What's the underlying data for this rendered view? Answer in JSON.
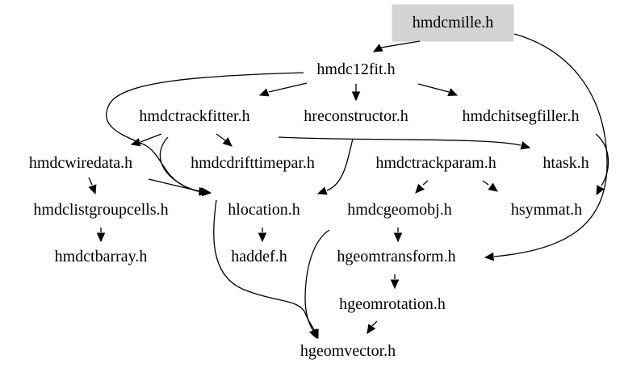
{
  "colors": {
    "root_fill": "#d3d3d3",
    "edge": "#000000",
    "background": "#ffffff"
  },
  "nodes": {
    "hmdcmille": "hmdcmille.h",
    "hmdc12fit": "hmdc12fit.h",
    "hmdctrackfitter": "hmdctrackfitter.h",
    "hreconstructor": "hreconstructor.h",
    "hmdchitsegfiller": "hmdchitsegfiller.h",
    "hmdcwiredata": "hmdcwiredata.h",
    "hmdcdrifttimepar": "hmdcdrifttimepar.h",
    "hmdctrackparam": "hmdctrackparam.h",
    "htask": "htask.h",
    "hmdclistgroupcells": "hmdclistgroupcells.h",
    "hlocation": "hlocation.h",
    "hmdcgeomobj": "hmdcgeomobj.h",
    "hsymmat": "hsymmat.h",
    "hmdctbarray": "hmdctbarray.h",
    "haddef": "haddef.h",
    "hgeomtransform": "hgeomtransform.h",
    "hgeomrotation": "hgeomrotation.h",
    "hgeomvector": "hgeomvector.h"
  },
  "edges": [
    [
      "hmdcmille",
      "hmdc12fit"
    ],
    [
      "hmdcmille",
      "hgeomtransform"
    ],
    [
      "hmdc12fit",
      "hmdctrackfitter"
    ],
    [
      "hmdc12fit",
      "hreconstructor"
    ],
    [
      "hmdc12fit",
      "hmdchitsegfiller"
    ],
    [
      "hmdc12fit",
      "hlocation"
    ],
    [
      "hmdctrackfitter",
      "hmdcwiredata"
    ],
    [
      "hmdctrackfitter",
      "hmdcdrifttimepar"
    ],
    [
      "hmdctrackfitter",
      "htask"
    ],
    [
      "hmdctrackfitter",
      "hlocation"
    ],
    [
      "hreconstructor",
      "hlocation"
    ],
    [
      "hmdchitsegfiller",
      "hsymmat"
    ],
    [
      "hmdcwiredata",
      "hmdclistgroupcells"
    ],
    [
      "hmdcwiredata",
      "hlocation"
    ],
    [
      "hmdctrackparam",
      "hmdcgeomobj"
    ],
    [
      "hmdctrackparam",
      "hsymmat"
    ],
    [
      "hmdclistgroupcells",
      "hmdctbarray"
    ],
    [
      "hlocation",
      "haddef"
    ],
    [
      "hlocation",
      "hgeomvector"
    ],
    [
      "hmdcgeomobj",
      "hgeomtransform"
    ],
    [
      "hmdcgeomobj",
      "hgeomvector"
    ],
    [
      "hgeomtransform",
      "hgeomrotation"
    ],
    [
      "hgeomrotation",
      "hgeomvector"
    ]
  ]
}
